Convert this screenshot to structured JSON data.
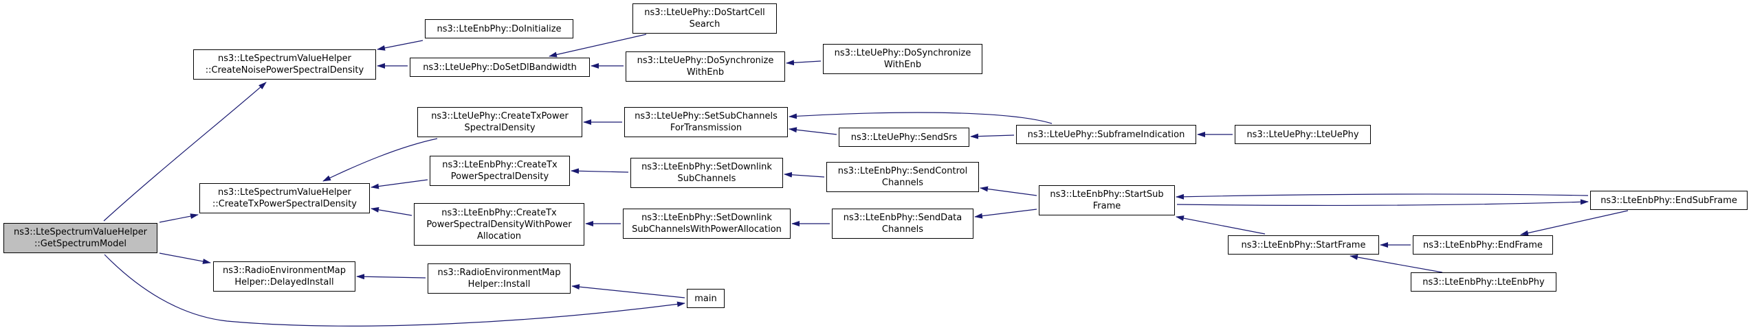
{
  "graph": {
    "nodes": {
      "n_getspectrum": [
        "ns3::LteSpectrumValueHelper",
        "::GetSpectrumModel"
      ],
      "n_createnoise": [
        "ns3::LteSpectrumValueHelper",
        "::CreateNoisePowerSpectralDensity"
      ],
      "n_createtxpsd": [
        "ns3::LteSpectrumValueHelper",
        "::CreateTxPowerSpectralDensity"
      ],
      "n_rem_delayed": [
        "ns3::RadioEnvironmentMap",
        "Helper::DelayedInstall"
      ],
      "n_main": [
        "main"
      ],
      "n_enb_doinit": [
        "ns3::LteEnbPhy::DoInitialize"
      ],
      "n_ue_dosetdl": [
        "ns3::LteUePhy::DoSetDlBandwidth"
      ],
      "n_ue_dostartcell": [
        "ns3::LteUePhy::DoStartCell",
        "Search"
      ],
      "n_ue_dosync1": [
        "ns3::LteUePhy::DoSynchronize",
        "WithEnb"
      ],
      "n_ue_dosync2": [
        "ns3::LteUePhy::DoSynchronize",
        "WithEnb"
      ],
      "n_ue_createtx": [
        "ns3::LteUePhy::CreateTxPower",
        "SpectralDensity"
      ],
      "n_enb_createtx": [
        "ns3::LteEnbPhy::CreateTx",
        "PowerSpectralDensity"
      ],
      "n_enb_createtxalloc": [
        "ns3::LteEnbPhy::CreateTx",
        "PowerSpectralDensityWithPower",
        "Allocation"
      ],
      "n_rem_install": [
        "ns3::RadioEnvironmentMap",
        "Helper::Install"
      ],
      "n_ue_setsub": [
        "ns3::LteUePhy::SetSubChannels",
        "ForTransmission"
      ],
      "n_ue_sendsrs": [
        "ns3::LteUePhy::SendSrs"
      ],
      "n_ue_subframe": [
        "ns3::LteUePhy::SubframeIndication"
      ],
      "n_ue_ctor": [
        "ns3::LteUePhy::LteUePhy"
      ],
      "n_enb_setdl": [
        "ns3::LteEnbPhy::SetDownlink",
        "SubChannels"
      ],
      "n_enb_setdlalloc": [
        "ns3::LteEnbPhy::SetDownlink",
        "SubChannelsWithPowerAllocation"
      ],
      "n_enb_sendctrl": [
        "ns3::LteEnbPhy::SendControl",
        "Channels"
      ],
      "n_enb_senddata": [
        "ns3::LteEnbPhy::SendData",
        "Channels"
      ],
      "n_enb_startsub": [
        "ns3::LteEnbPhy::StartSub",
        "Frame"
      ],
      "n_enb_startframe": [
        "ns3::LteEnbPhy::StartFrame"
      ],
      "n_enb_endframe": [
        "ns3::LteEnbPhy::EndFrame"
      ],
      "n_enb_ctor": [
        "ns3::LteEnbPhy::LteEnbPhy"
      ],
      "n_enb_endsub": [
        "ns3::LteEnbPhy::EndSubFrame"
      ]
    },
    "colors": {
      "edge": "#191970",
      "root_fill": "#bfbfbf",
      "node_fill": "#ffffff",
      "border": "#000000"
    }
  }
}
